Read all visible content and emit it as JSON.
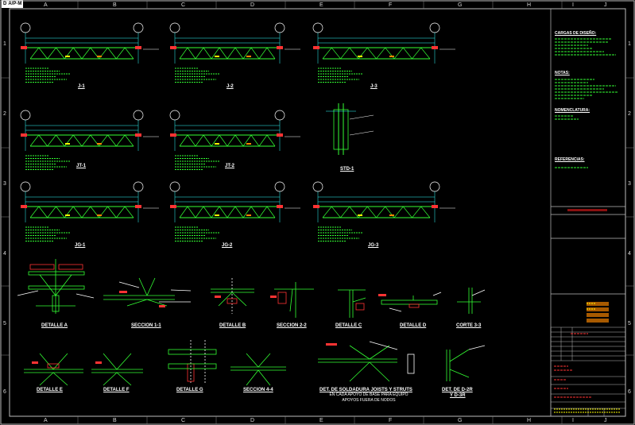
{
  "sheet": {
    "tag_left": "D",
    "tag_right": "A/P-M",
    "col_labels": [
      "A",
      "B",
      "C",
      "D",
      "E",
      "F",
      "G",
      "H",
      "I",
      "J"
    ],
    "row_labels": [
      "1",
      "2",
      "3",
      "4",
      "5",
      "6"
    ]
  },
  "sections": {
    "row1": [
      "J-1",
      "J-2",
      "J-3"
    ],
    "row2": [
      "JT-1",
      "JT-2",
      "STD-1"
    ],
    "row3": [
      "JG-1",
      "JG-2",
      "JG-3"
    ]
  },
  "details_row1": [
    "DETALLE A",
    "SECCION 1-1",
    "DETALLE B",
    "SECCION 2-2",
    "DETALLE C",
    "DETALLE D",
    "CORTE 3-3"
  ],
  "details_row2": [
    "DETALLE E",
    "DETALLE F",
    "DETALLE G",
    "SECCION 4-4"
  ],
  "detail_ej": {
    "title": "DET. DE SOLDADURA JOISTS Y STRUTS",
    "line2": "EN CADA APOYO DE BASE PARA EQUIPO",
    "line3": "APOYOS FUERA DE NODOS"
  },
  "detail_drg": {
    "line1": "DET. DE D-2R",
    "line2": "Y D-3R"
  },
  "right_panel": {
    "cargas_title": "CARGAS DE DISEÑO:",
    "notas_title": "NOTAS:",
    "nomenclatura_title": "NOMENCLATURA:",
    "referencias_title": "REFERENCIAS:"
  },
  "colors": {
    "structure": "#33ff33",
    "dimension": "#33ffff",
    "annotation": "#ffffff",
    "accent_red": "#ff3333",
    "accent_yellow": "#ffff00",
    "accent_orange": "#ff8800"
  }
}
